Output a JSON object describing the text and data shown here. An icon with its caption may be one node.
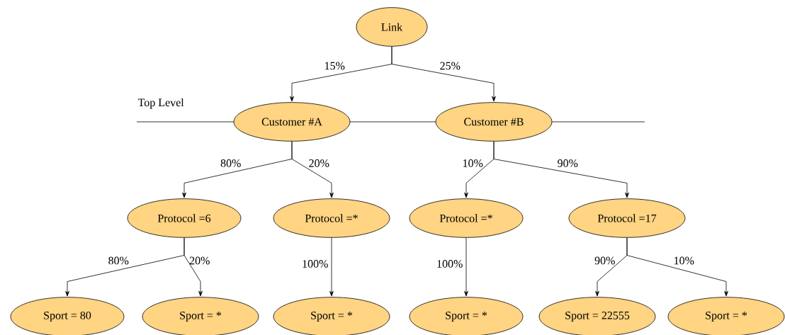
{
  "diagram": {
    "nodes": [
      {
        "text": [
          "Link"
        ]
      },
      {
        "text": [
          "Customer #A"
        ]
      },
      {
        "text": [
          "Customer #B"
        ]
      },
      {
        "text": [
          "Protocol =6"
        ]
      },
      {
        "text": [
          "Protocol =*"
        ]
      },
      {
        "text": [
          "Protocol =*"
        ]
      },
      {
        "text": [
          "Protocol =17"
        ]
      },
      {
        "text": [
          "Sport = 80"
        ]
      },
      {
        "text": [
          "Sport = *"
        ]
      },
      {
        "text": [
          "Sport = *"
        ]
      },
      {
        "text": [
          "Sport = *"
        ]
      },
      {
        "text": [
          "Sport = 22555"
        ]
      },
      {
        "text": [
          "Sport = *"
        ]
      }
    ],
    "edges": [
      {
        "from": 0,
        "to": 1,
        "arrow": "to",
        "label": "15%"
      },
      {
        "from": 0,
        "to": 2,
        "arrow": "to",
        "label": "25%"
      },
      {
        "from": 1,
        "to": 3,
        "arrow": "to",
        "label": "80%"
      },
      {
        "from": 1,
        "to": 4,
        "arrow": "to",
        "label": "20%"
      },
      {
        "from": 2,
        "to": 5,
        "arrow": "to",
        "label": "10%"
      },
      {
        "from": 2,
        "to": 6,
        "arrow": "to",
        "label": "90%"
      },
      {
        "from": 3,
        "to": 7,
        "arrow": "to",
        "label": "80%"
      },
      {
        "from": 3,
        "to": 8,
        "arrow": "to",
        "label": "20%"
      },
      {
        "from": 4,
        "to": 9,
        "arrow": "to",
        "label": "100%"
      },
      {
        "from": 5,
        "to": 10,
        "arrow": "to",
        "label": "100%"
      },
      {
        "from": 6,
        "to": 11,
        "arrow": "to",
        "label": "90%"
      },
      {
        "from": 6,
        "to": 12,
        "arrow": "to",
        "label": "10%"
      }
    ],
    "labels": [
      "Top Level"
    ]
  }
}
